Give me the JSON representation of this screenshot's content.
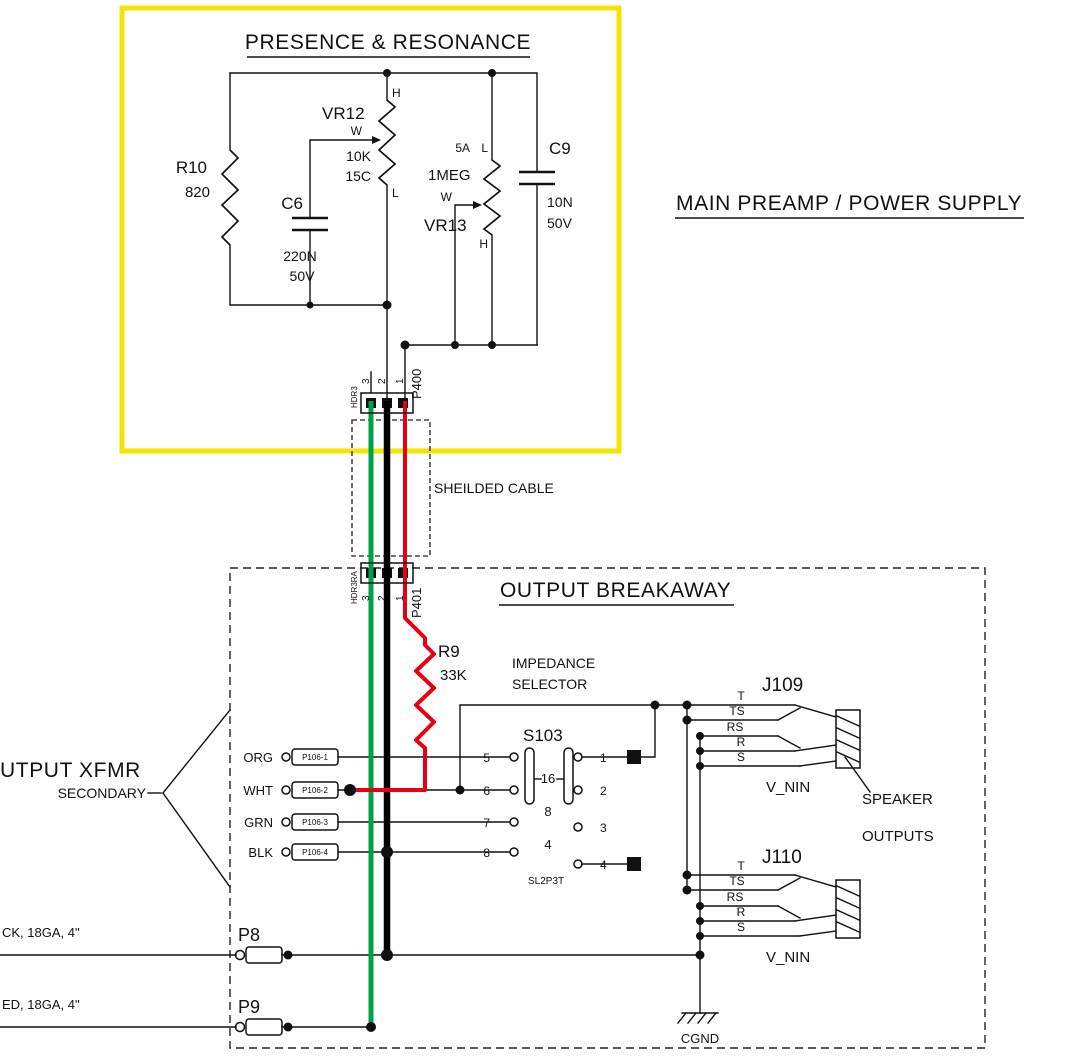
{
  "colors": {
    "highlight_border": "#f5e400",
    "wire_red": "#e60012",
    "wire_green": "#00a14b",
    "wire_black": "#000000"
  },
  "preamp": {
    "box_title": "PRESENCE & RESONANCE",
    "section_label": "MAIN PREAMP / POWER SUPPLY",
    "r10": {
      "ref": "R10",
      "value": "820"
    },
    "vr12": {
      "ref": "VR12",
      "value": "10K",
      "taper": "15C",
      "pin_top": "H",
      "pin_wiper": "W",
      "pin_bottom": "L"
    },
    "c6": {
      "ref": "C6",
      "value": "220N",
      "rating": "50V"
    },
    "vr13": {
      "ref": "VR13",
      "taper": "5A",
      "value": "1MEG",
      "pin_top": "L",
      "pin_wiper": "W",
      "pin_bottom": "H"
    },
    "c9": {
      "ref": "C9",
      "value": "10N",
      "rating": "50V"
    },
    "p400": {
      "ref": "P400",
      "footprint": "HDR3",
      "pins": [
        "3",
        "2",
        "1"
      ]
    }
  },
  "cable": {
    "label": "SHEILDED CABLE"
  },
  "breakaway": {
    "box_title": "OUTPUT BREAKAWAY",
    "p401": {
      "ref": "P401",
      "footprint": "HDR3RA",
      "pins": [
        "3",
        "2",
        "1"
      ]
    },
    "r9": {
      "ref": "R9",
      "value": "33K"
    },
    "selector_title_1": "IMPEDANCE",
    "selector_title_2": "SELECTOR",
    "s103": {
      "ref": "S103",
      "type": "SL2P3T",
      "left_pins": [
        "5",
        "6",
        "7",
        "8"
      ],
      "right_pins": [
        "1",
        "2",
        "3",
        "4"
      ],
      "taps": [
        "16",
        "8",
        "4"
      ]
    },
    "xfmr_label": "UTPUT XFMR",
    "xfmr_sublabel": "SECONDARY",
    "leads": [
      {
        "name": "ORG",
        "terminal": "P106-1"
      },
      {
        "name": "WHT",
        "terminal": "P106-2"
      },
      {
        "name": "GRN",
        "terminal": "P106-3"
      },
      {
        "name": "BLK",
        "terminal": "P106-4"
      }
    ],
    "j109": {
      "ref": "J109",
      "t": "T",
      "ts": "TS",
      "rs": "RS",
      "r": "R",
      "s": "S",
      "net": "V_NIN"
    },
    "j110": {
      "ref": "J110",
      "t": "T",
      "ts": "TS",
      "rs": "RS",
      "r": "R",
      "s": "S",
      "net": "V_NIN"
    },
    "speaker_label_1": "SPEAKER",
    "speaker_label_2": "OUTPUTS",
    "ground_net": "CGND",
    "p8": {
      "ref": "P8",
      "wire": "CK, 18GA, 4\""
    },
    "p9": {
      "ref": "P9",
      "wire": "ED, 18GA, 4\""
    }
  }
}
